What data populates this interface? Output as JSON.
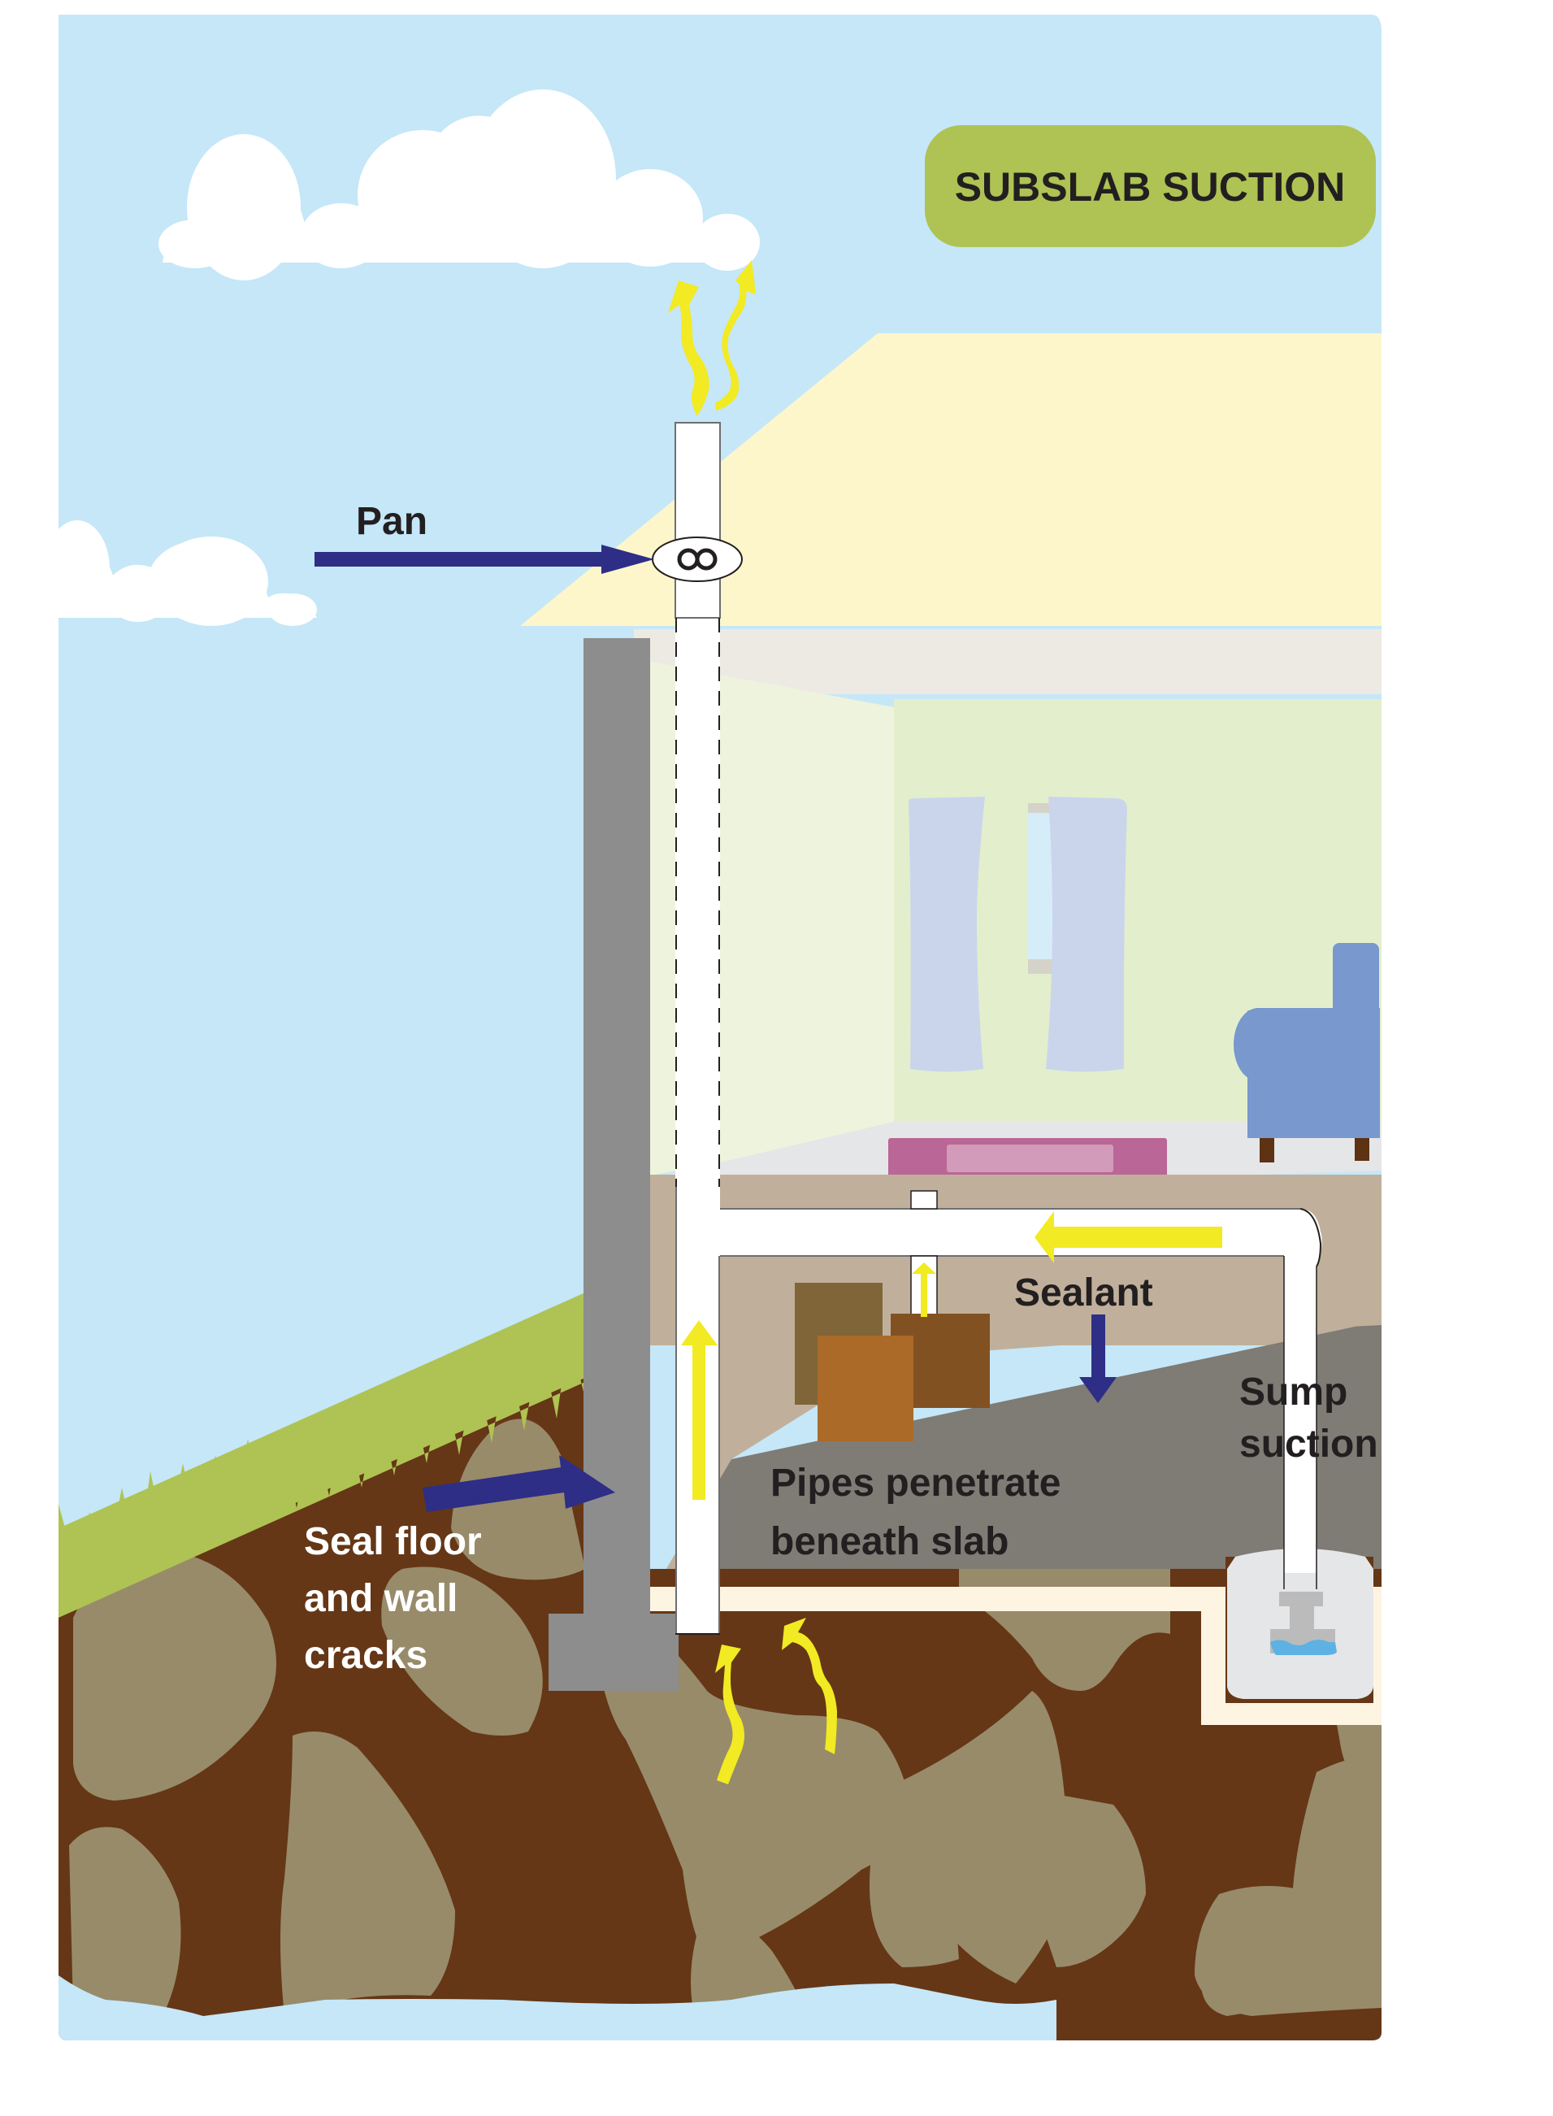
{
  "title": "SUBSLAB SUCTION",
  "labels": {
    "fan": "Pan",
    "sealant": "Sealant",
    "sump_line1": "Sump",
    "sump_line2": "suction",
    "pipes_line1": "Pipes penetrate",
    "pipes_line2": "beneath slab",
    "seal_line1": "Seal floor",
    "seal_line2": "and wall",
    "seal_line3": "cracks"
  },
  "icons": {
    "fan": "fan-infinity-symbol",
    "pointer_arrows": "navy-arrow",
    "airflow_arrows": "yellow-arrow",
    "gas_wisps": "yellow-wavy-arrow"
  },
  "colors": {
    "sky": "#c5e7f8",
    "cloud": "#ffffff",
    "title_badge": "#aec353",
    "roof": "#fef6cb",
    "ceiling": "#edeae4",
    "wall_side": "#eef3dd",
    "wall_back": "#e3efcc",
    "floor": "#e5e6e8",
    "basement_wall": "#c0b09b",
    "basement_floor": "#7f7b75",
    "foundation": "#8d8d8d",
    "slab_base": "#fef4e2",
    "soil": "#653716",
    "rock": "#988b6a",
    "grass": "#aec353",
    "pipe": "#ffffff",
    "navy_arrow": "#2e2e86",
    "yellow_arrow": "#f2ea23",
    "curtain": "#cad5ec",
    "window_glass": "#d5edf8",
    "window_frame": "#d5d2c9",
    "chair": "#7898ce",
    "chair_legs": "#5d3313",
    "rug": "#ba6696",
    "rug_inner": "#d29bba",
    "box1": "#806539",
    "box2": "#825122",
    "box3": "#ab6a28",
    "sump_basin": "#e5e6e8",
    "sump_pump": "#bbbbbb",
    "water": "#5db2e3",
    "text_dark": "#231f20"
  }
}
